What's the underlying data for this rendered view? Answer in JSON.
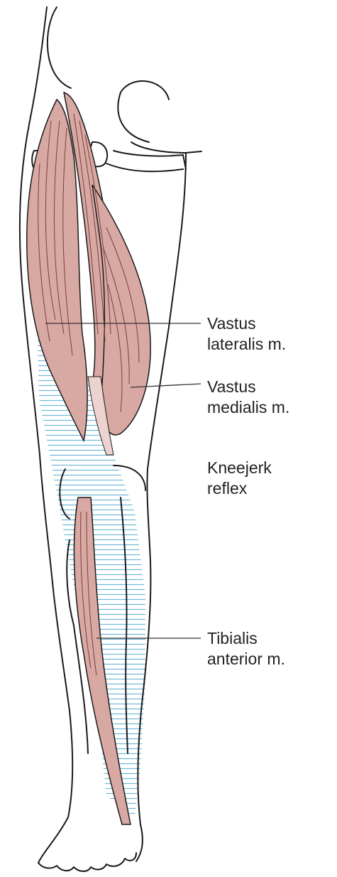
{
  "labels": {
    "vastus_lateralis": {
      "line1": "Vastus",
      "line2": "lateralis m."
    },
    "vastus_medialis": {
      "line1": "Vastus",
      "line2": "medialis m."
    },
    "kneejerk_reflex": {
      "line1": "Kneejerk",
      "line2": "reflex"
    },
    "tibialis_anterior": {
      "line1": "Tibialis",
      "line2": "anterior m."
    }
  },
  "colors": {
    "outline": "#1a1a1a",
    "muscle_fill": "#d8a8a3",
    "muscle_fiber": "#7a3f3c",
    "tendon_fill": "#ecd3cf",
    "dermatome_hatch": "#6fb8d8",
    "leader_line": "#333333"
  }
}
